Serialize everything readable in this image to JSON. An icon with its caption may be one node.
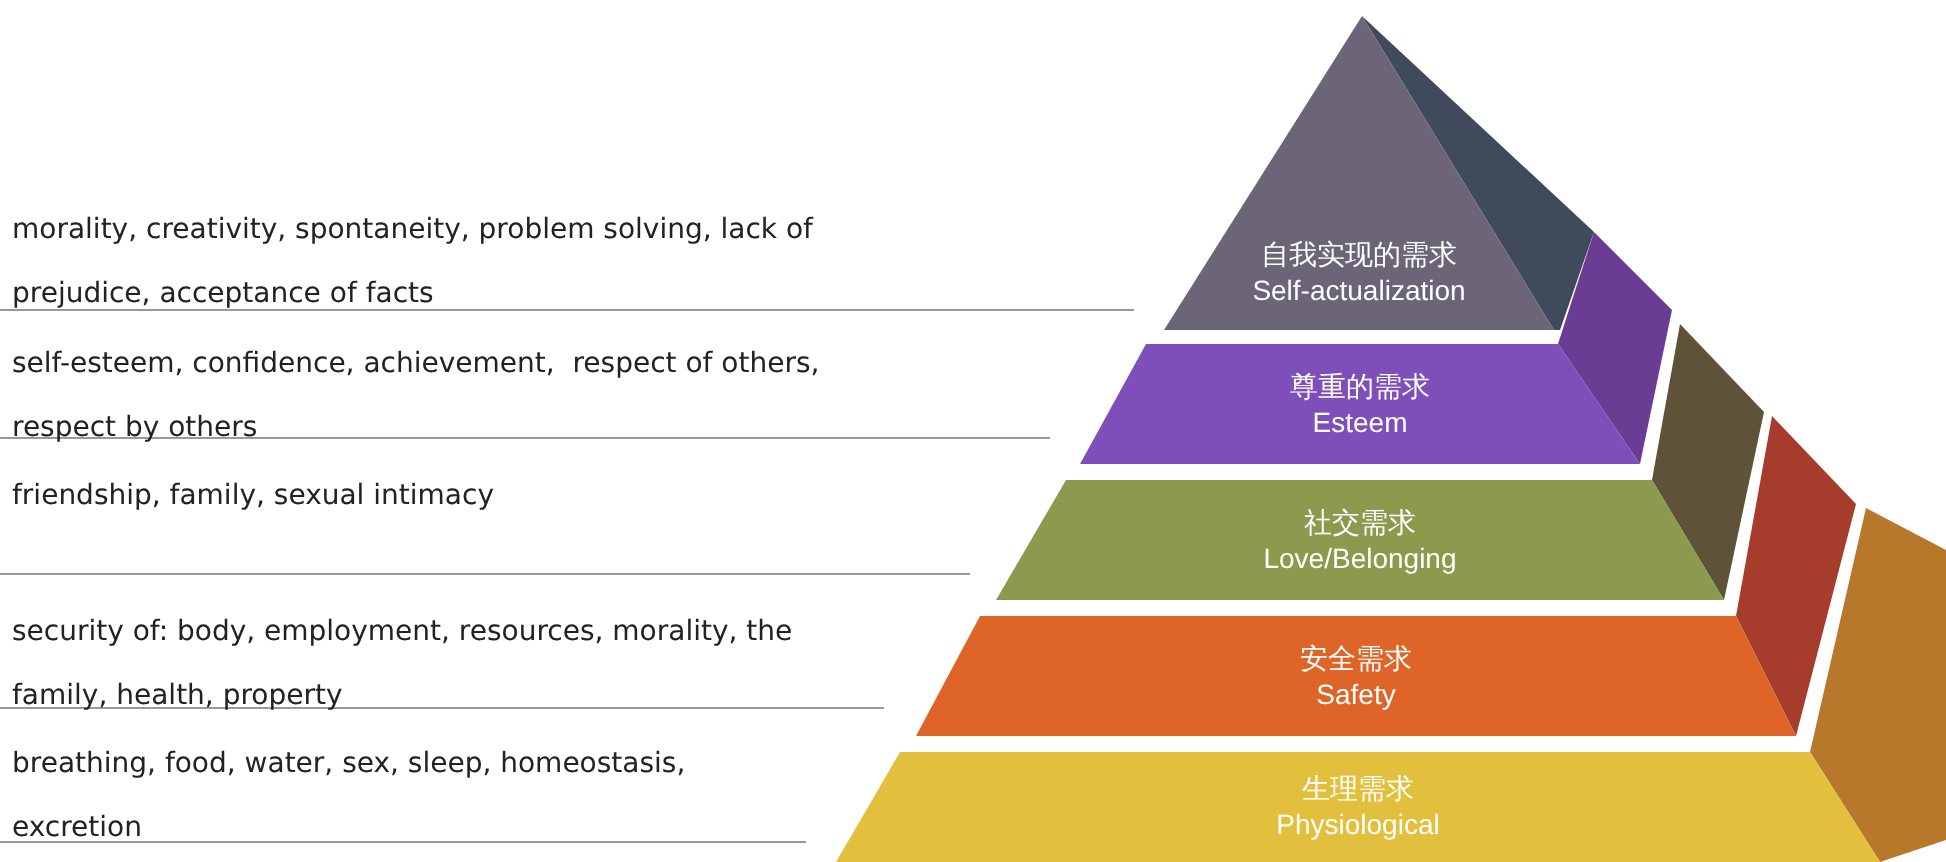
{
  "diagram": {
    "nodes": [
      {
        "text": [
          "自我实现的需求",
          "Self-actualization"
        ]
      },
      {
        "text": [
          "尊重的需求",
          "Esteem"
        ]
      },
      {
        "text": [
          "社交需求",
          "Love/Belonging"
        ]
      },
      {
        "text": [
          "安全需求",
          "Safety"
        ]
      },
      {
        "text": [
          "生理需求",
          "Physiological"
        ]
      }
    ],
    "labels": [
      "morality, creativity, spontaneity, problem solving, lack of prejudice, acceptance of facts",
      "self-esteem, confidence, achievement,  respect of others, respect by others",
      "friendship, family, sexual intimacy",
      "security of: body, employment, resources, morality, the family, health, property",
      "breathing, food, water, sex, sleep, homeostasis, excretion"
    ]
  }
}
